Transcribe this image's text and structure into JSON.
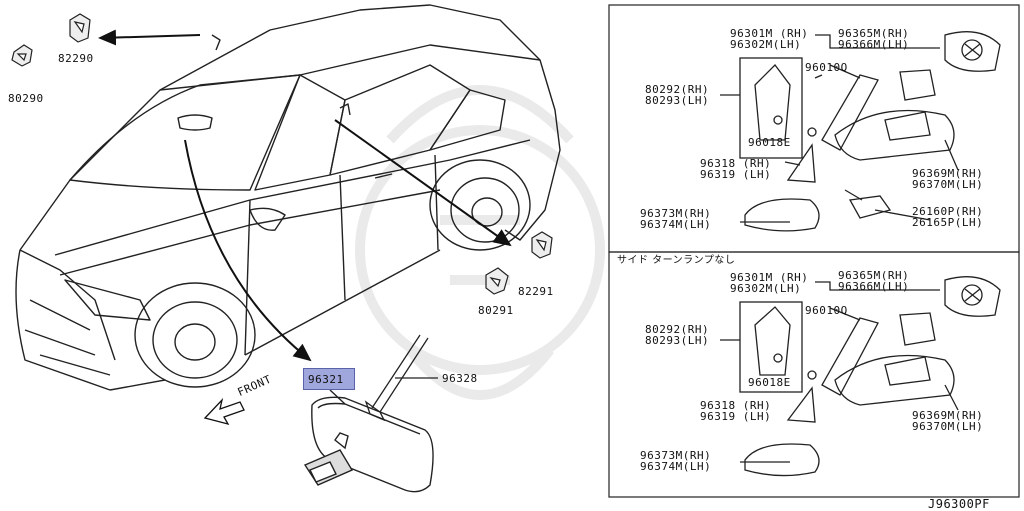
{
  "diagram_id": "J96300PF",
  "left": {
    "labels": {
      "top_left_part": "80290",
      "top_right_part": "82290",
      "lower_part_1": "82291",
      "lower_part_2": "80291",
      "front_arrow": "FRONT",
      "mirror_part": "96321",
      "bracket_part": "96328"
    }
  },
  "panel_top": {
    "title": "",
    "labels": {
      "glass": "96301M (RH)\n96302M(LH)",
      "actuator": "96365M(RH)\n96366M(LH)",
      "cover_trim": "80292(RH)\n80293(LH)",
      "screw": "96010Q",
      "clip": "96018E",
      "corner": "96318 (RH)\n96319 (LH)",
      "housing": "96369M(RH)\n96370M(LH)",
      "cap": "96373M(RH)\n96374M(LH)",
      "lamp": "26160P(RH)\n26165P(LH)"
    }
  },
  "panel_bottom": {
    "title": "サイド ターンランプなし",
    "labels": {
      "glass": "96301M (RH)\n96302M(LH)",
      "actuator": "96365M(RH)\n96366M(LH)",
      "cover_trim": "80292(RH)\n80293(LH)",
      "screw": "96010Q",
      "clip": "96018E",
      "corner": "96318 (RH)\n96319 (LH)",
      "housing": "96369M(RH)\n96370M(LH)",
      "cap": "96373M(RH)\n96374M(LH)"
    }
  }
}
